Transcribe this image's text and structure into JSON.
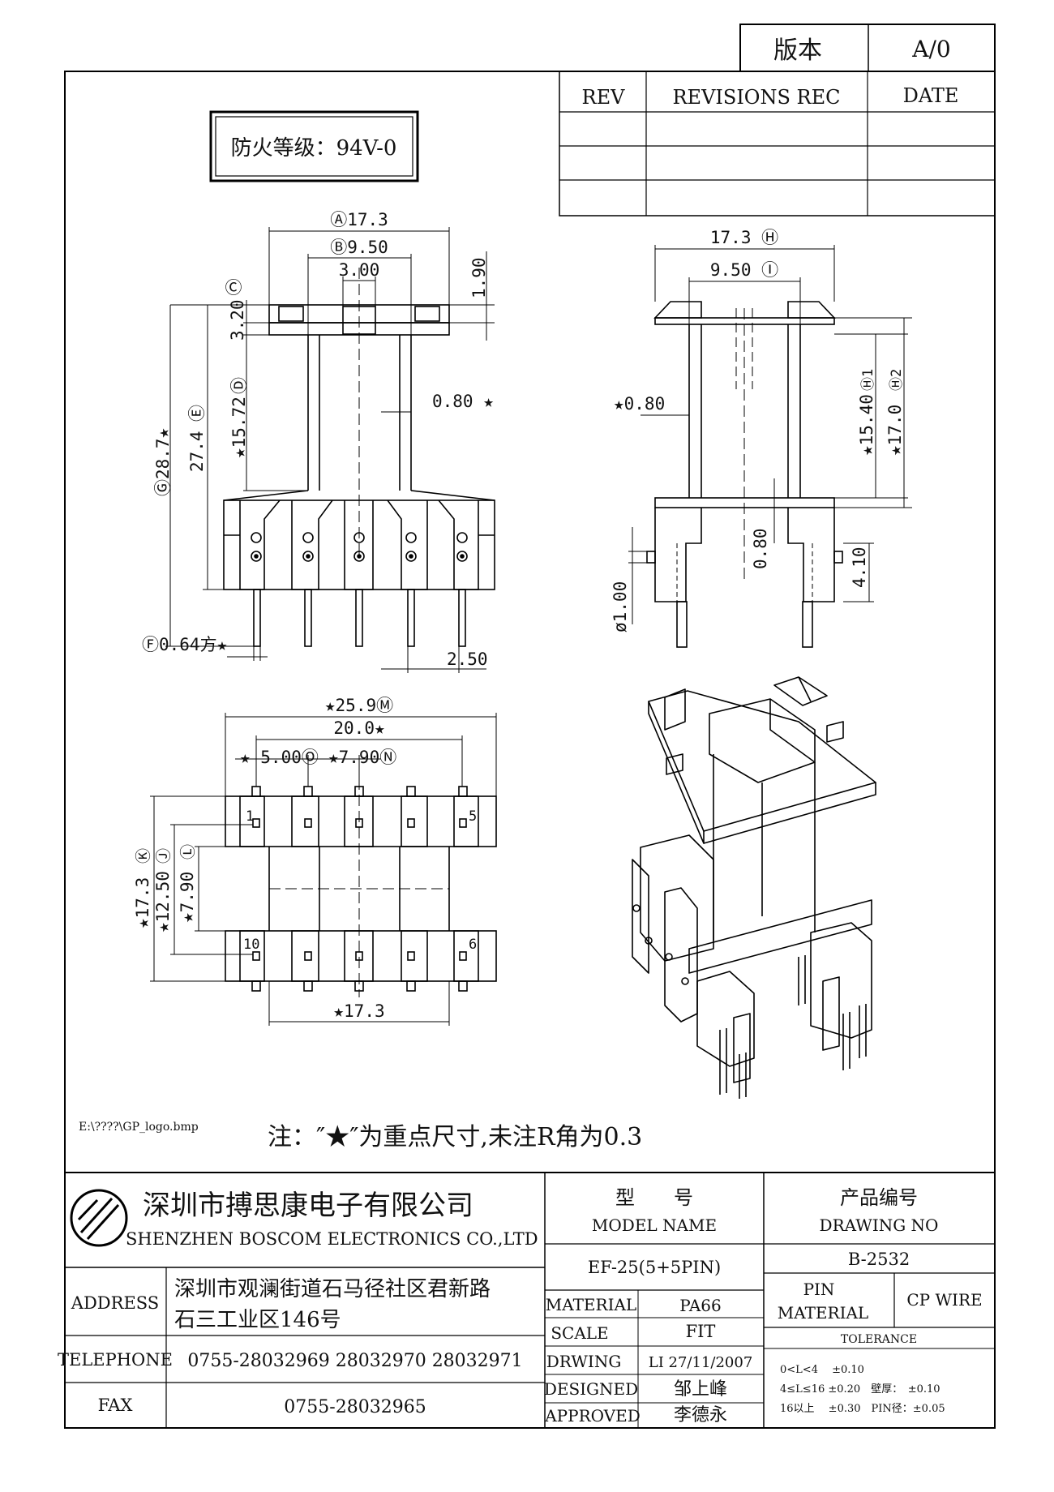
{
  "revision_box": {
    "version_label": "版本",
    "version_value": "A/0"
  },
  "revisions_table": {
    "col_rev": "REV",
    "col_rec": "REVISIONS REC",
    "col_date": "DATE"
  },
  "fire_rating": "防火等级：94V-0",
  "front_view": {
    "dim_A": "Ⓐ17.3",
    "dim_B": "Ⓑ9.50",
    "dim_300": "3.00",
    "dim_190": "1.90",
    "label_C": "Ⓒ",
    "dim_320": "3.20",
    "dim_D": "Ⓓ",
    "dim_1572": "★15.72",
    "dim_080": "0.80 ★",
    "dim_G": "Ⓖ28.7★",
    "dim_E": "Ⓔ",
    "dim_274": "27.4",
    "dim_F": "Ⓕ0.64方★",
    "dim_250": "2.50"
  },
  "side_view": {
    "dim_H": "17.3 Ⓗ",
    "dim_I": "9.50 Ⓘ",
    "dim_080": "★0.80",
    "dim_H1": "Ⓗ1",
    "dim_1540": "★15.40",
    "dim_H2": "Ⓗ2",
    "dim_170": "★17.0",
    "dim_080b": "0.80",
    "dim_410": "4.10",
    "dim_100": "ø1.00"
  },
  "bottom_view": {
    "dim_M": "★25.9Ⓜ",
    "dim_200": "20.0★",
    "dim_O": "★ 5.00Ⓞ",
    "dim_N": "★7.90Ⓝ",
    "pin_1": "1",
    "pin_5": "5",
    "pin_10": "10",
    "pin_6": "6",
    "dim_K": "Ⓚ",
    "dim_173": "★17.3",
    "dim_J": "Ⓙ",
    "dim_1250": "★12.50",
    "dim_L": "Ⓛ",
    "dim_790": "★7.90",
    "dim_173b": "★17.3"
  },
  "logo_path": "E:\\????\\GP_logo.bmp",
  "note": "注：″★″为重点尺寸,未注R角为0.3",
  "company": {
    "name_cn": "深圳市搏思康电子有限公司",
    "name_en": "SHENZHEN BOSCOM ELECTRONICS CO.,LTD"
  },
  "address": {
    "label": "ADDRESS",
    "line1": "深圳市观澜街道石马径社区君新路",
    "line2": "石三工业区146号"
  },
  "telephone": {
    "label": "TELEPHONE",
    "value": "0755-28032969 28032970 28032971"
  },
  "fax": {
    "label": "FAX",
    "value": "0755-28032965"
  },
  "model": {
    "label_cn": "型　　号",
    "label_en": "MODEL NAME",
    "value": "EF-25(5+5PIN)"
  },
  "drawing_no": {
    "label_cn": "产品编号",
    "label_en": "DRAWING NO",
    "value": "B-2532"
  },
  "material": {
    "label": "MATERIAL",
    "value": "PA66"
  },
  "scale": {
    "label": "SCALE",
    "value": "FIT"
  },
  "drawing": {
    "label": "DRWING",
    "value": "LI 27/11/2007"
  },
  "designed": {
    "label": "DESIGNED",
    "value": "邹上峰"
  },
  "approved": {
    "label": "APPROVED",
    "value": "李德永"
  },
  "pin_material": {
    "label_line1": "PIN",
    "label_line2": "MATERIAL",
    "value": "CP WIRE"
  },
  "tolerance": {
    "label": "TOLERANCE",
    "row1": "0<L<4　 ±0.10",
    "row2": "4≤L≤16 ±0.20　壁厚：　±0.10",
    "row3": "16以上　 ±0.30　PIN径：±0.05"
  }
}
